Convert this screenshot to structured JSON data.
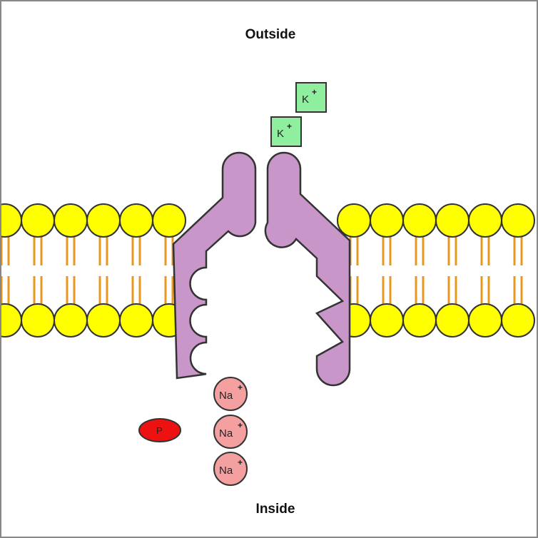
{
  "labels": {
    "outside": "Outside",
    "inside": "Inside"
  },
  "ions": {
    "potassium": [
      {
        "symbol": "K",
        "charge": "+"
      },
      {
        "symbol": "K",
        "charge": "+"
      }
    ],
    "sodium": [
      {
        "symbol": "Na",
        "charge": "+"
      },
      {
        "symbol": "Na",
        "charge": "+"
      },
      {
        "symbol": "Na",
        "charge": "+"
      }
    ],
    "phosphate": {
      "symbol": "P"
    }
  },
  "colors": {
    "lipid_head": "#ffff00",
    "lipid_tail": "#e8981e",
    "protein": "#c896c8",
    "potassium": "#90ee9f",
    "sodium": "#f4a0a0",
    "phosphate": "#ee1111"
  }
}
